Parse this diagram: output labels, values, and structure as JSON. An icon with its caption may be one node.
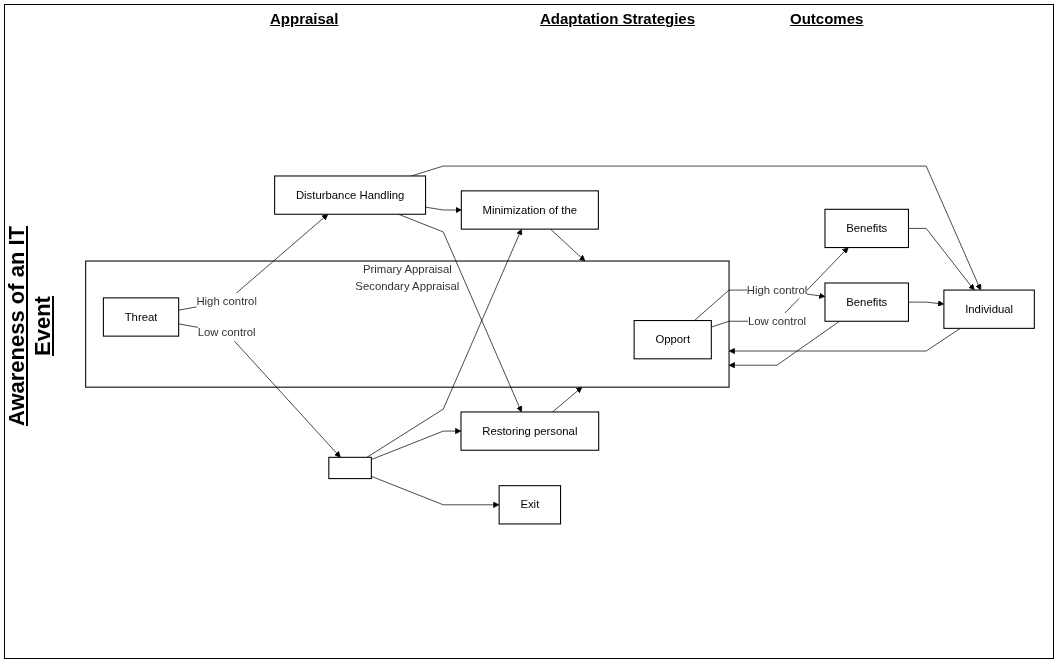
{
  "diagram": {
    "title": "Awareness of an IT Event",
    "nodes": [
      {
        "text": [
          "Primary Appraisal",
          "Secondary Appraisal"
        ]
      },
      {
        "text": [
          "Opport"
        ],
        "in": 0
      },
      {
        "text": [
          "Threat"
        ],
        "in": 0
      },
      {
        "text": [
          "Benefits"
        ]
      },
      {
        "text": [
          "Benefits"
        ]
      },
      {
        "text": [
          "Disturbance Handling"
        ]
      },
      {
        "text": [],
        "shape": "box"
      },
      {
        "text": [
          "Individual"
        ]
      },
      {
        "text": [
          "Minimization of the"
        ]
      },
      {
        "text": [
          "Restoring personal"
        ]
      },
      {
        "text": [
          "Exit"
        ]
      }
    ],
    "edges": [
      {
        "from": 1,
        "to": 3,
        "arrow": "to",
        "label": "High control"
      },
      {
        "from": 1,
        "to": 4,
        "arrow": "to",
        "label": "Low  control"
      },
      {
        "from": 2,
        "to": 5,
        "arrow": "to",
        "label": "High control"
      },
      {
        "from": 2,
        "to": 6,
        "arrow": "to",
        "label": "Low  control"
      },
      {
        "from": 3,
        "to": 7,
        "arrow": "to"
      },
      {
        "from": 4,
        "to": 7,
        "arrow": "to"
      },
      {
        "from": 5,
        "to": 7,
        "arrow": "to"
      },
      {
        "from": 5,
        "to": 8,
        "arrow": "to"
      },
      {
        "from": 5,
        "to": 9,
        "arrow": "to"
      },
      {
        "from": 6,
        "to": 8,
        "arrow": "to"
      },
      {
        "from": 6,
        "to": 9,
        "arrow": "to"
      },
      {
        "from": 6,
        "to": 10,
        "arrow": "to"
      },
      {
        "from": 3,
        "to": 0,
        "arrow": "to"
      },
      {
        "from": 7,
        "to": 0,
        "arrow": "to"
      },
      {
        "from": 8,
        "to": 0,
        "arrow": "to"
      },
      {
        "from": 9,
        "to": 0,
        "arrow": "to"
      }
    ],
    "labels": [
      "Appraisal",
      "Adaptation Strategies",
      "Outcomes"
    ]
  }
}
